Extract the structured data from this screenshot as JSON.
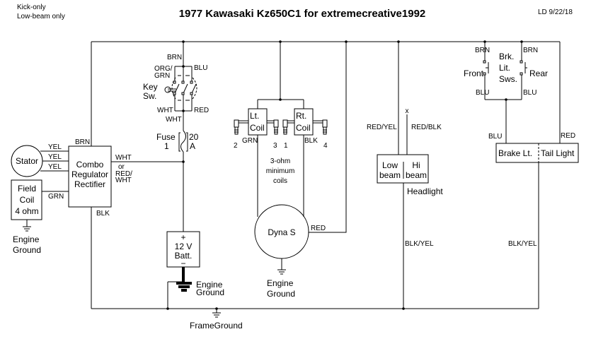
{
  "header": {
    "notes": [
      "Kick-only",
      "Low-beam only"
    ],
    "title": "1977 Kawasaki Kz650C1 for extremecreative1992",
    "author_date": "LD 9/22/18"
  },
  "stator": {
    "label": "Stator",
    "wires": [
      "YEL",
      "YEL",
      "YEL"
    ]
  },
  "field_coil": {
    "lines": [
      "Field",
      "Coil",
      "4 ohm"
    ],
    "wire": "GRN",
    "ground": [
      "Engine",
      "Ground"
    ]
  },
  "regulator": {
    "lines": [
      "Combo",
      "Regulator",
      "Rectifier"
    ],
    "top_wire": "BRN",
    "bottom_wire": "BLK",
    "out_wire": [
      "WHT",
      "or",
      "RED/",
      "WHT"
    ]
  },
  "key_switch": {
    "lines": [
      "Key",
      "Sw."
    ],
    "wires": {
      "top": "BRN",
      "left": [
        "ORG/",
        "GRN"
      ],
      "right": "BLU",
      "bottom_left": "WHT",
      "bottom_right": "RED",
      "bottom": "WHT"
    }
  },
  "fuse": {
    "lines": [
      "Fuse",
      "1"
    ],
    "rating": [
      "20",
      "A"
    ]
  },
  "battery": {
    "plus": "+",
    "lines": [
      "12 V",
      "Batt."
    ],
    "minus": "−",
    "ground": [
      "Engine",
      "Ground"
    ]
  },
  "frame_ground": "FrameGround",
  "coils": {
    "left": {
      "lines": [
        "Lt.",
        "Coil"
      ],
      "wire": "GRN",
      "plugs": [
        "2",
        "3"
      ]
    },
    "right": {
      "lines": [
        "Rt.",
        "Coil"
      ],
      "wire": "BLK",
      "plugs": [
        "1",
        "4"
      ]
    },
    "note": [
      "3-ohm",
      "minimum",
      "coils"
    ]
  },
  "dyna": {
    "label": "Dyna S",
    "wire": "RED",
    "ground": [
      "Engine",
      "Ground"
    ]
  },
  "headlight": {
    "low": [
      "Low",
      "beam"
    ],
    "hi": [
      "Hi",
      "beam"
    ],
    "label": "Headlight",
    "low_wire": "RED/YEL",
    "hi_wire": "RED/BLK",
    "hi_end": "x",
    "ground_wire": "BLK/YEL"
  },
  "brake_switches": {
    "lines": [
      "Brk.",
      "Lit.",
      "Sws."
    ],
    "front": "Front",
    "rear": "Rear",
    "wires": [
      "BRN",
      "BRN",
      "BLU",
      "BLU"
    ],
    "out_wire": "BLU"
  },
  "tail": {
    "brake": "Brake Lt.",
    "tail": "Tail Light",
    "tail_wire": "RED",
    "ground_wire": "BLK/YEL"
  }
}
